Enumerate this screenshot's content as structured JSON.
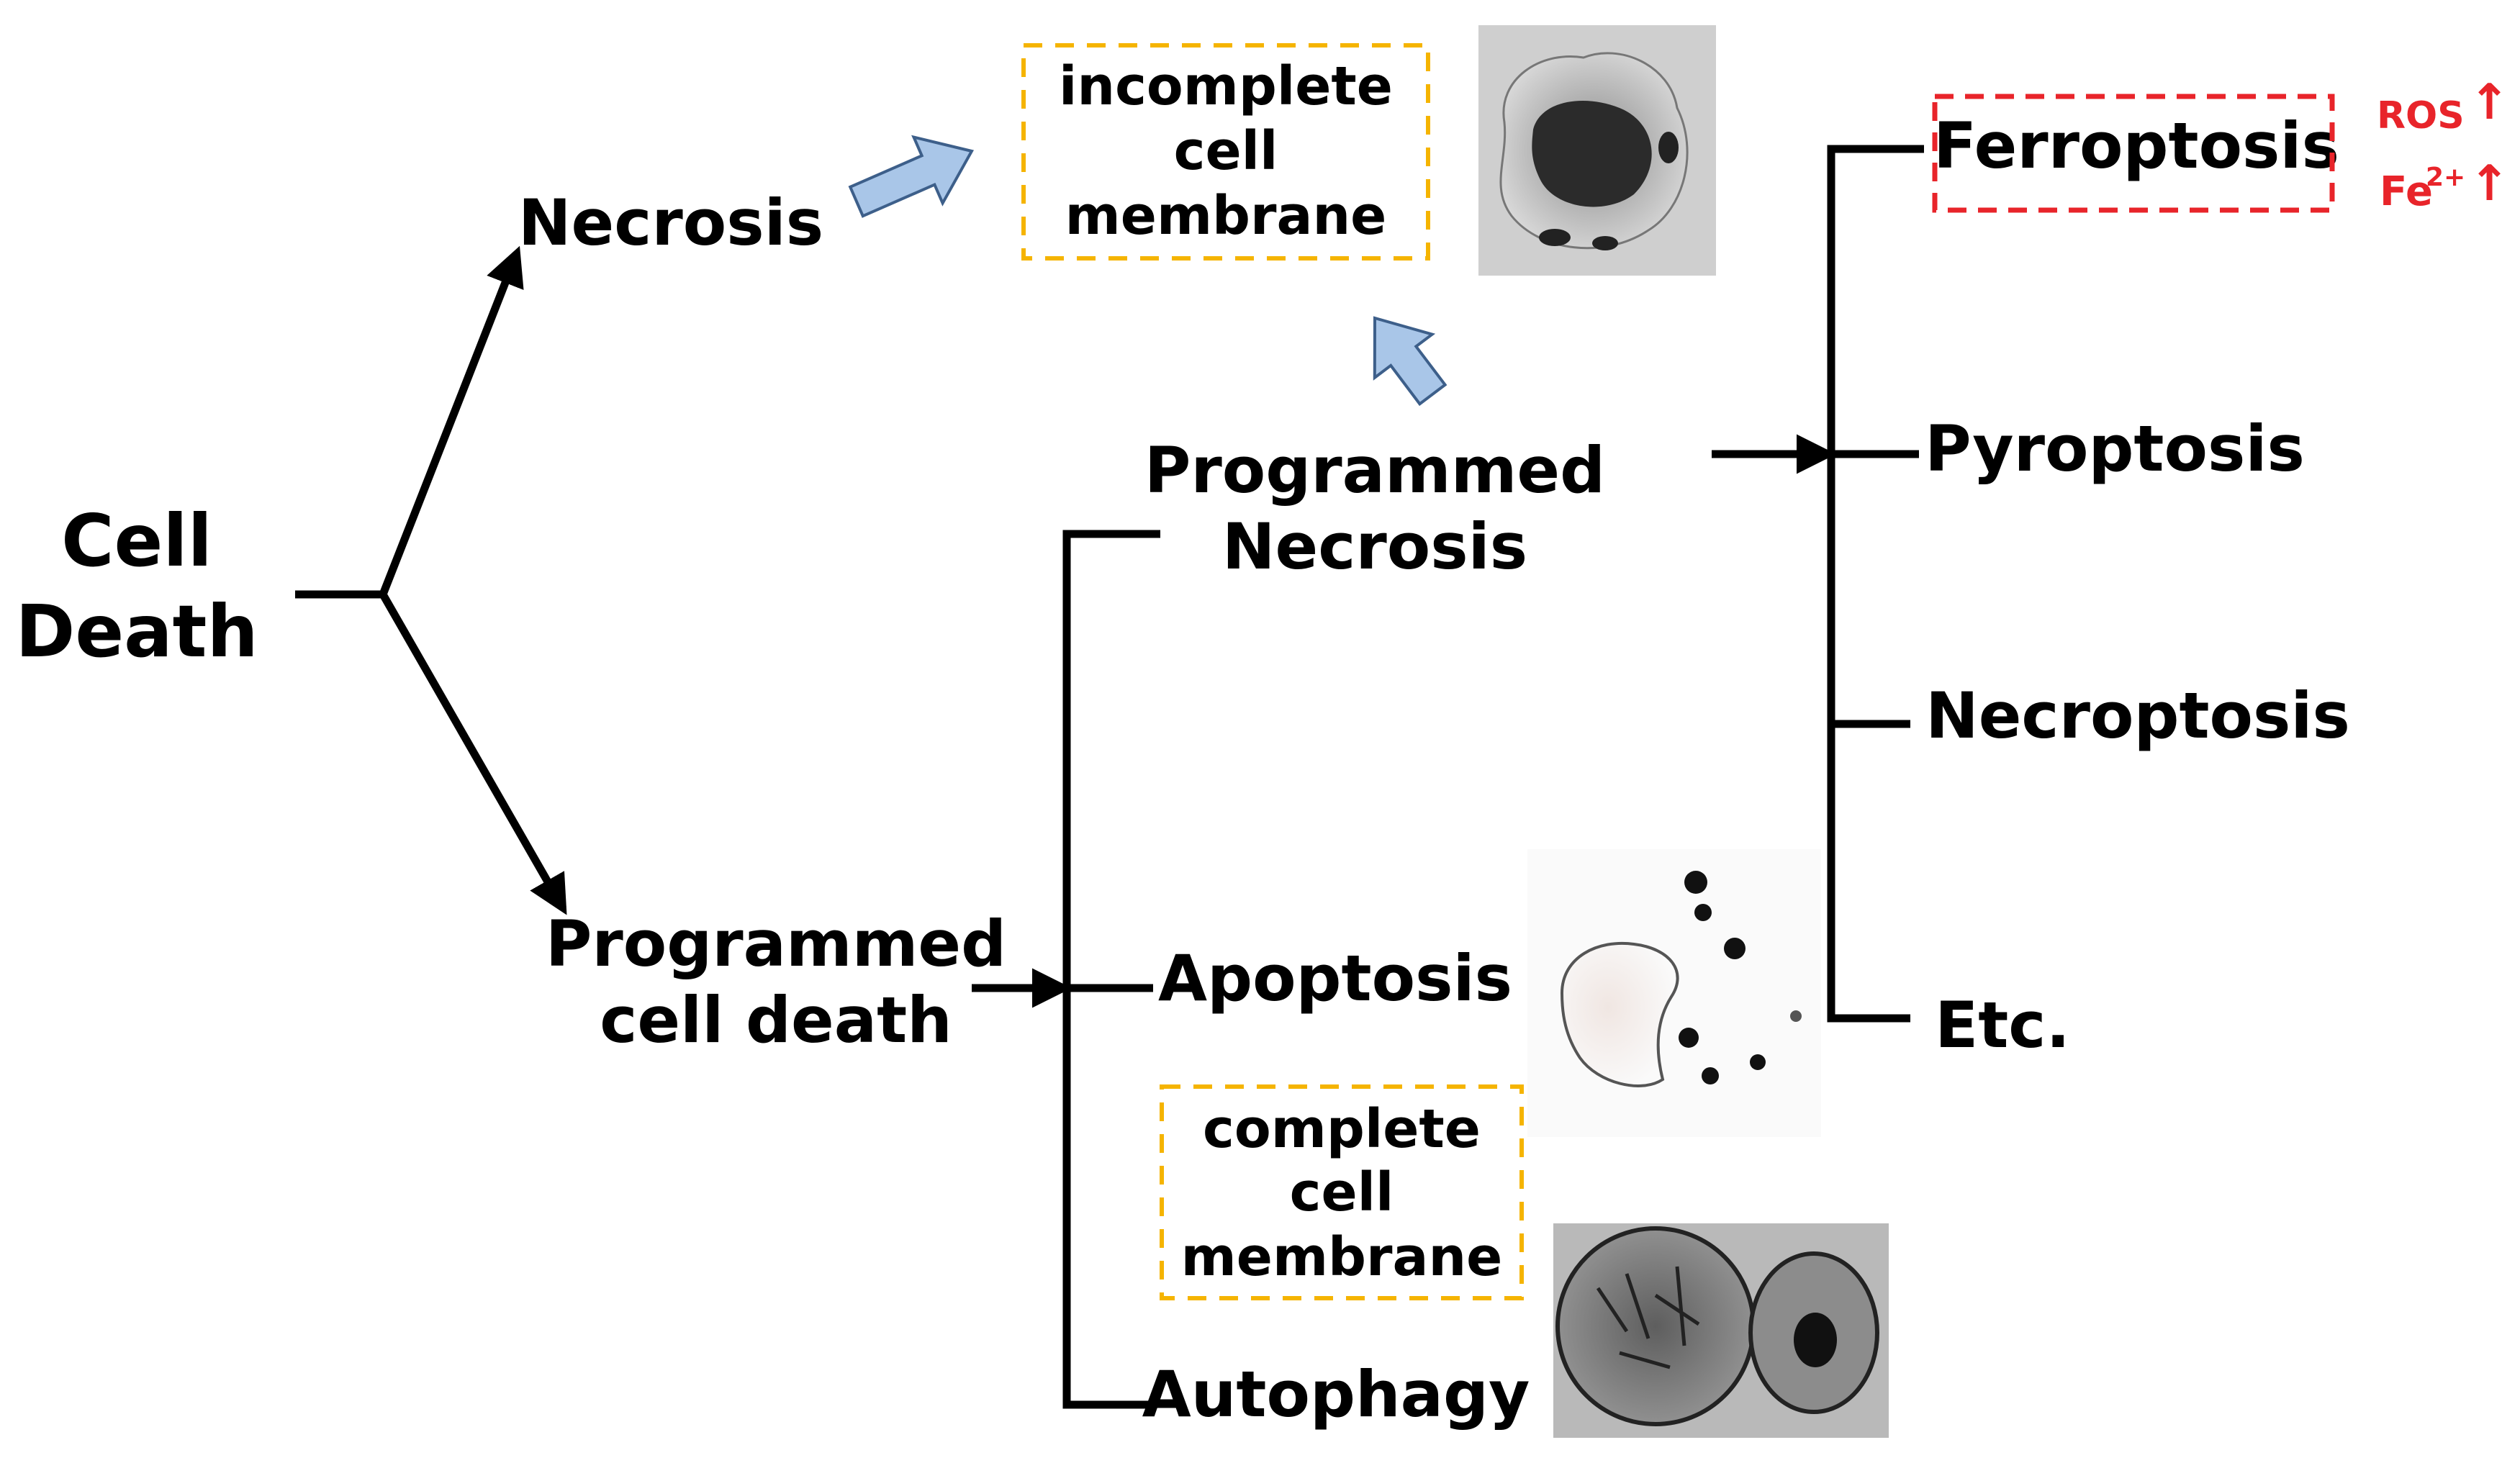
{
  "nodes": {
    "cell_death_l1": "Cell",
    "cell_death_l2": "Death",
    "necrosis": "Necrosis",
    "pcd_l1": "Programmed",
    "pcd_l2": "cell death",
    "prog_nec_l1": "Programmed",
    "prog_nec_l2": "Necrosis",
    "apoptosis": "Apoptosis",
    "autophagy": "Autophagy",
    "ferroptosis": "Ferroptosis",
    "pyroptosis": "Pyroptosis",
    "necroptosis": "Necroptosis",
    "etc": "Etc."
  },
  "notes": {
    "incomplete": [
      "incomplete",
      "cell",
      "membrane"
    ],
    "complete": [
      "complete",
      "cell",
      "membrane"
    ],
    "ros": "ROS",
    "fe_base": "Fe",
    "fe_sup": "2+",
    "up_arrow": "↑"
  },
  "colors": {
    "line": "#000000",
    "text": "#000000",
    "note_box": "#f5b400",
    "ferro_box": "#e8242a",
    "marker_red": "#e8242a",
    "block_arrow_fill": "#a9c6e8",
    "block_arrow_stroke": "#3d5f8a",
    "micrograph_bg": "#d6d6d6"
  },
  "micrographs": {
    "top": "necrotic-cell-micrograph",
    "mid": "apoptotic-cell-micrograph",
    "bottom": "autophagic-cell-micrograph"
  }
}
